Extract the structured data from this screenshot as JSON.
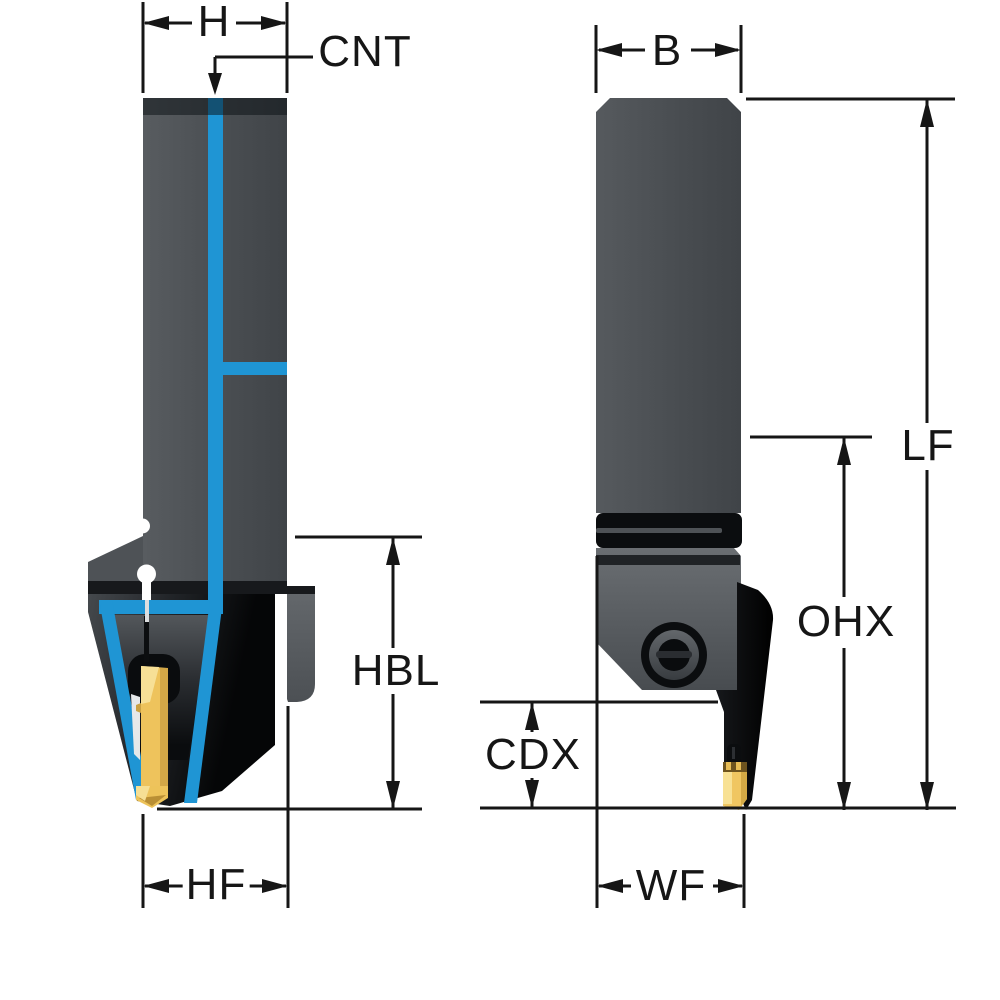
{
  "drawing_type": "tool-holder-dimension-drawing",
  "labels": {
    "h": "H",
    "cnt": "CNT",
    "b": "B",
    "lf": "LF",
    "ohx": "OHX",
    "cdx": "CDX",
    "hbl": "HBL",
    "hf": "HF",
    "wf": "WF"
  },
  "colors": {
    "background": "#ffffff",
    "dimension_line": "#161616",
    "coolant_blue": "#1f95d4",
    "insert_gold": "#f0c665",
    "steel_gray": "#4b4f53",
    "steel_dark": "#0b0d0f"
  }
}
